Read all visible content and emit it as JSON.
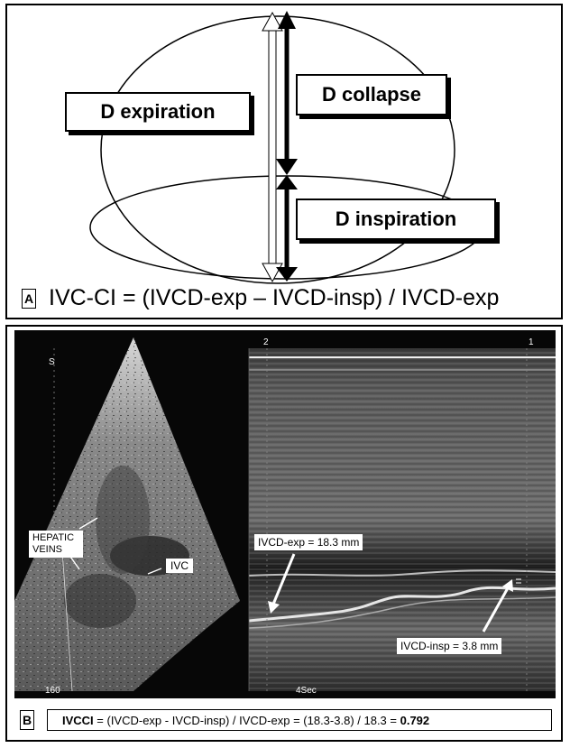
{
  "panel_a": {
    "letter": "A",
    "labels": {
      "expiration": "D expiration",
      "collapse": "D collapse",
      "inspiration": "D inspiration"
    },
    "formula": "IVC-CI = (IVCD-exp – IVCD-insp) / IVCD-exp"
  },
  "panel_b": {
    "letter": "B",
    "markers": {
      "s": "S",
      "two": "2",
      "one": "1"
    },
    "hepatic_veins": "HEPATIC VEINS",
    "ivc": "IVC",
    "ivcd_exp": "IVCD-exp = 18.3 mm",
    "ivcd_insp": "IVCD-insp = 3.8 mm",
    "depth": "160",
    "time": "4Sec",
    "formula_lead": "IVCCI",
    "formula_body": " = (IVCD-exp - IVCD-insp) / IVCD-exp = (18.3-3.8) / 18.3 = ",
    "formula_result": "0.792"
  },
  "colors": {
    "background": "#ffffff",
    "ink": "#000000",
    "echo_bg": "#070707"
  }
}
